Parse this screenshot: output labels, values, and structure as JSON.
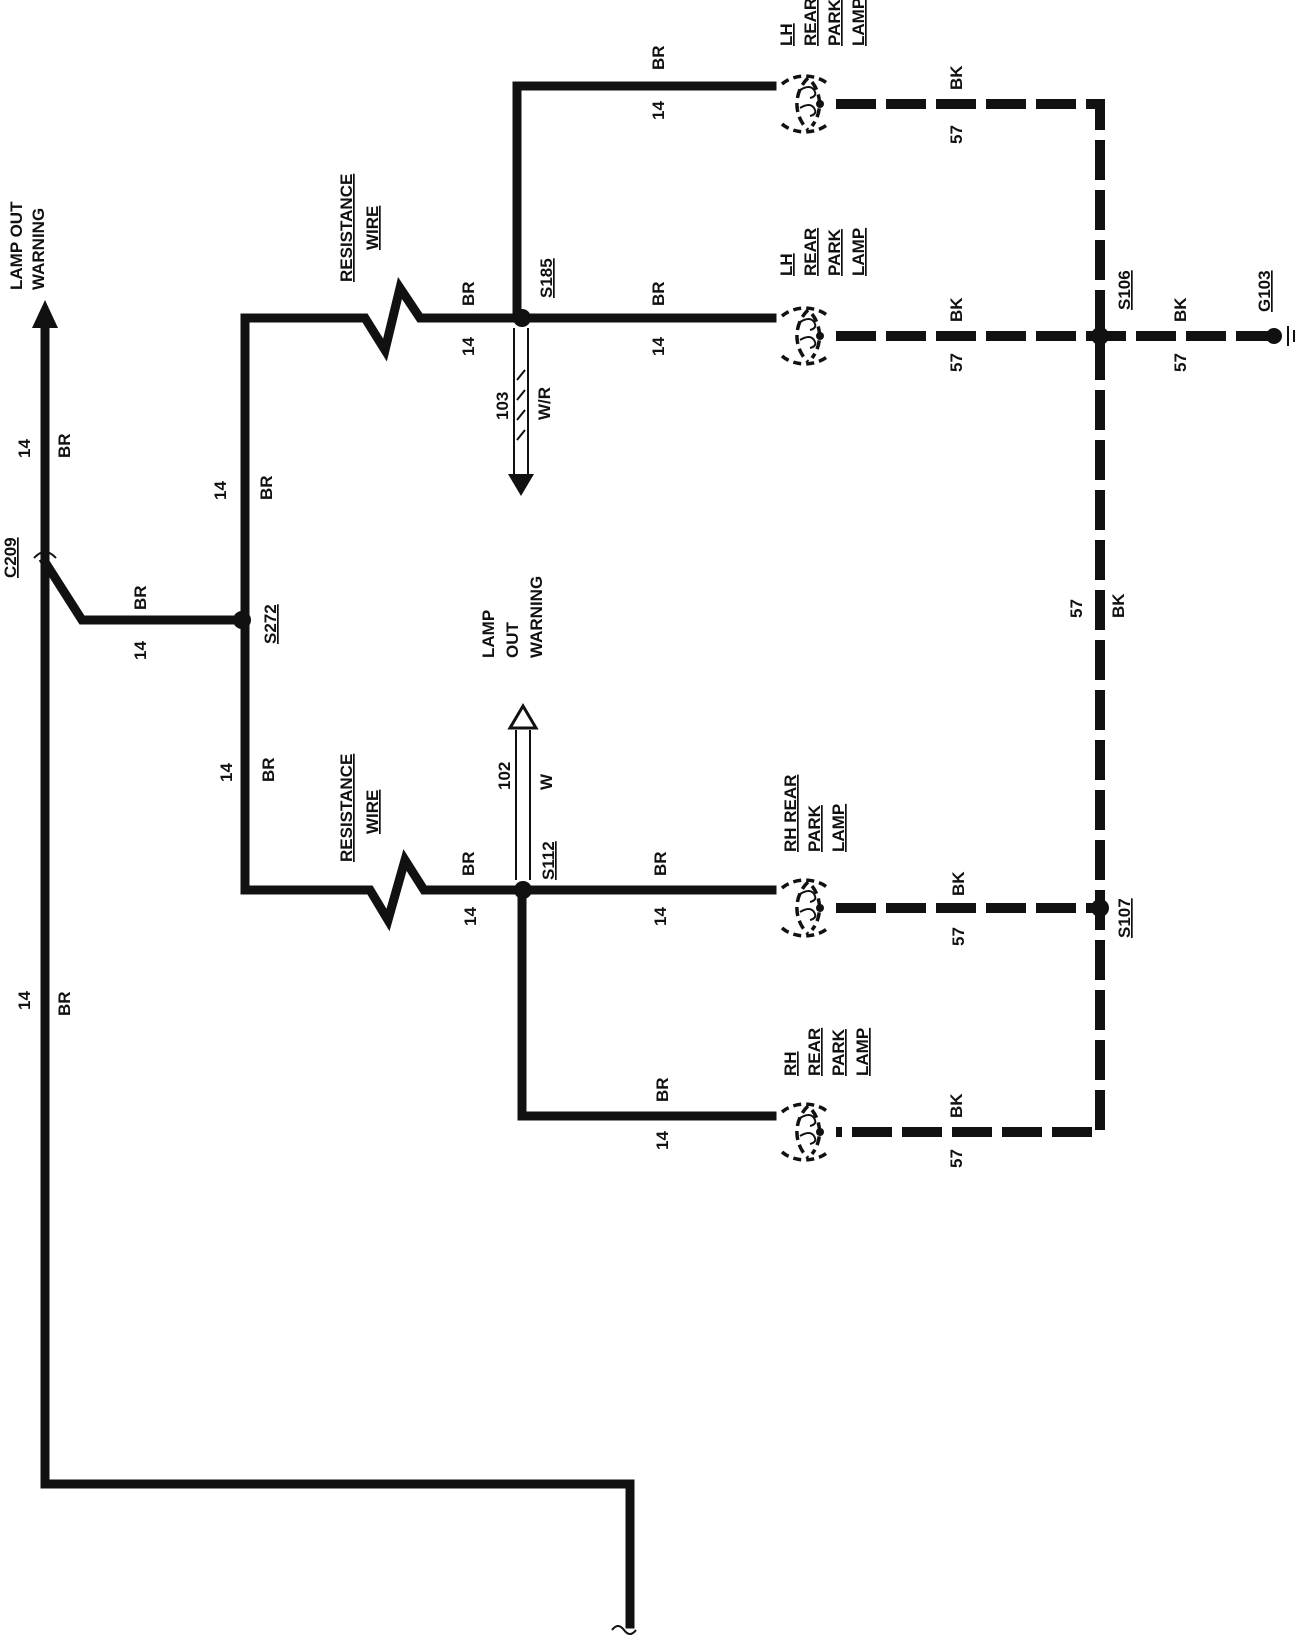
{
  "top_left": {
    "line1": "LAMP OUT",
    "line2": "WARNING"
  },
  "resistance": {
    "line1": "RESISTANCE",
    "line2": "WIRE"
  },
  "center": {
    "line1": "LAMP",
    "line2": "OUT",
    "line3": "WARNING"
  },
  "splices": {
    "s185": "S185",
    "s272": "S272",
    "s112": "S112",
    "s106": "S106",
    "s107": "S107"
  },
  "connector": "C209",
  "ground": "G103",
  "circuits": {
    "c103": "103",
    "c103_color": "W/R",
    "c102": "102",
    "c102_color": "W"
  },
  "gauge": {
    "br_gauge": "14",
    "br": "BR",
    "bk_gauge": "57",
    "bk": "BK"
  },
  "lamps": {
    "lh": {
      "l1": "LH",
      "l2": "REAR",
      "l3": "PARK",
      "l4": "LAMP"
    },
    "rh_a": {
      "l1": "RH REAR",
      "l2": "PARK",
      "l3": "LAMP"
    },
    "rh_b": {
      "l1": "RH",
      "l2": "REAR",
      "l3": "PARK",
      "l4": "LAMP"
    }
  }
}
